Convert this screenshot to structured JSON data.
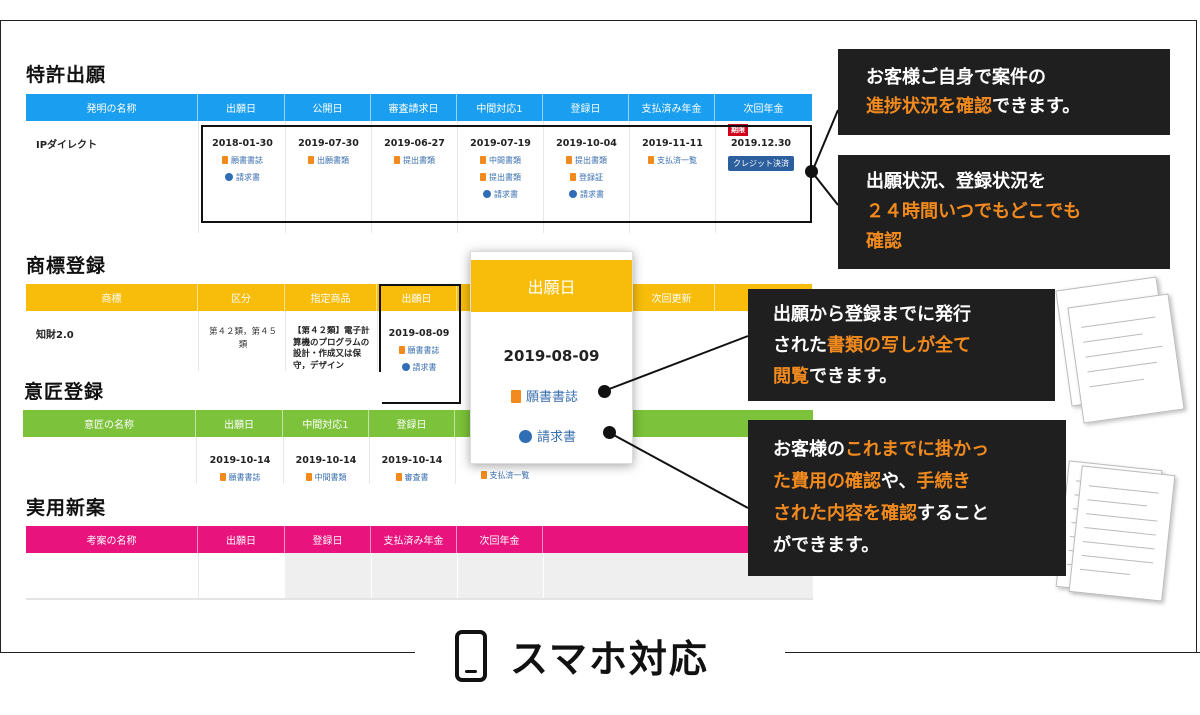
{
  "sections": {
    "patent": {
      "title": "特許出願",
      "headers": [
        "発明の名称",
        "出願日",
        "公開日",
        "審査請求日",
        "中間対応1",
        "登録日",
        "支払済み年金",
        "次回年金"
      ],
      "row": {
        "name": "IPダイレクト",
        "filing_date": "2018-01-30",
        "filing_doc": "願書書誌",
        "filing_invoice": "請求書",
        "pub_date": "2019-07-30",
        "pub_doc": "出願書類",
        "exam_date": "2019-06-27",
        "exam_doc": "提出書類",
        "mid_date": "2019-07-19",
        "mid_doc1": "中間書類",
        "mid_doc2": "提出書類",
        "mid_invoice": "請求書",
        "reg_date": "2019-10-04",
        "reg_doc1": "提出書類",
        "reg_doc2": "登録証",
        "reg_invoice": "請求書",
        "paid_date": "2019-11-11",
        "paid_doc": "支払済一覧",
        "next_badge": "期限",
        "next_date": "2019.12.30",
        "next_button": "クレジット決済"
      }
    },
    "trademark": {
      "title": "商標登録",
      "headers": [
        "商標",
        "区分",
        "指定商品",
        "出願日",
        "",
        "",
        "次回更新"
      ],
      "row": {
        "name": "知財2.0",
        "class": "第４２類，第４５類",
        "goods": "【第４２類】電子計算機のプログラムの設計・作成又は保守，デザイン",
        "filing_date": "2019-08-09",
        "filing_doc": "願書書誌",
        "filing_invoice": "請求書"
      }
    },
    "design": {
      "title": "意匠登録",
      "headers": [
        "意匠の名称",
        "出願日",
        "中間対応1",
        "登録日"
      ],
      "row": {
        "filing_date": "2019-10-14",
        "filing_doc": "願書書誌",
        "mid_date": "2019-10-14",
        "mid_doc": "中間書類",
        "reg_date": "2019-10-14",
        "reg_doc": "審査書",
        "paid_doc": "支払済一覧"
      }
    },
    "utility": {
      "title": "実用新案",
      "headers": [
        "考案の名称",
        "出願日",
        "登録日",
        "支払済み年金",
        "次回年金"
      ]
    }
  },
  "zoom_card": {
    "header": "出願日",
    "date": "2019-08-09",
    "doc": "願書書誌",
    "invoice": "請求書"
  },
  "callouts": {
    "c1": {
      "l1a": "お客様ご自身で案件の",
      "l2a": "進捗状況を確認",
      "l2b": "できます。"
    },
    "c2": {
      "l1a": "出願状況、登録状況を",
      "l2a": "２４時間いつでもどこでも",
      "l3a": "確認"
    },
    "c3": {
      "l1a": "出願から登録までに発行",
      "l2a": "された",
      "l2b": "書類の写しが全て",
      "l3a": "閲覧",
      "l3b": "できます。"
    },
    "c4": {
      "l1a": "お客様の",
      "l1b": "これまでに掛かっ",
      "l2a": "た費用の確認",
      "l2b": "や、",
      "l2c": "手続き",
      "l3a": "された内容を確認",
      "l3b": "すること",
      "l4a": "ができます。"
    }
  },
  "footer": {
    "icon": "smartphone-icon",
    "title": "スマホ対応"
  },
  "colors": {
    "patent_header": "#1a9ff0",
    "trademark_header": "#f7bd0a",
    "design_header": "#7cc23a",
    "utility_header": "#e8137d",
    "accent": "#f28a1e",
    "callout_bg": "#1f1f1f"
  }
}
